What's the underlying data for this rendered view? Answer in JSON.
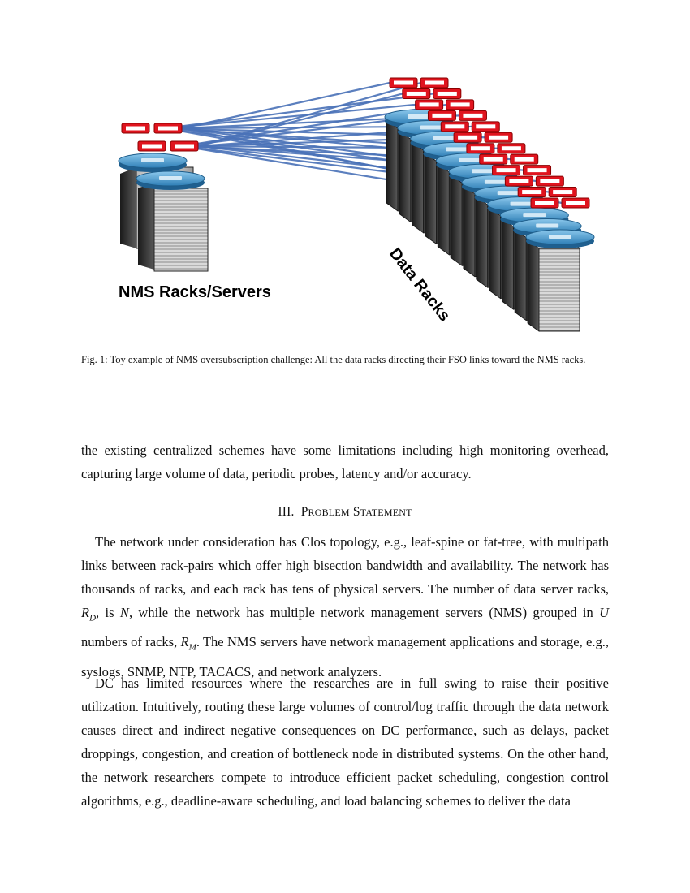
{
  "figure": {
    "label_nms": "NMS Racks/Servers",
    "label_data": "Data Racks",
    "caption": "Fig. 1: Toy example of NMS oversubscription challenge: All the data racks directing their FSO links toward the NMS racks."
  },
  "paragraphs": {
    "intro": "the existing centralized schemes have some limitations including high monitoring overhead, capturing large volume of data, periodic probes, latency and/or accuracy.",
    "p1_a": "The network under consideration has Clos topology, e.g., leaf-spine or fat-tree, with multipath links between rack-pairs which offer high bisection bandwidth and availability. The network has thousands of racks, and each rack has tens of physical servers. The number of data server racks,",
    "p1_rd": "R",
    "p1_rd_sub": "D",
    "p1_b": ", is",
    "p1_n": "N",
    "p1_c": ", while the network has multiple network management servers (NMS) grouped in",
    "p1_u": "U",
    "p1_d": "numbers of racks,",
    "p1_rm": "R",
    "p1_rm_sub": "M",
    "p1_e": ". The NMS servers have network management applications and storage, e.g., syslogs, SNMP, NTP, TACACS, and network analyzers.",
    "p2": "DC has limited resources where the researches are in full swing to raise their positive utilization. Intuitively, routing these large volumes of control/log traffic through the data network causes direct and indirect negative consequences on DC performance, such as delays, packet droppings, congestion, and creation of bottleneck node in distributed systems. On the other hand, the network researchers compete to introduce efficient packet scheduling, congestion control algorithms, e.g., deadline-aware scheduling, and load balancing schemes to deliver the data"
  },
  "section": {
    "number": "III.",
    "title_first": "P",
    "title_rest_1": "ROBLEM",
    "title_second": "S",
    "title_rest_2": "TATEMENT"
  },
  "colors": {
    "link": "#4a72b8",
    "transceiver": "#e0141e",
    "switch": "#58a3d0",
    "rack": "#2a2a2a"
  }
}
